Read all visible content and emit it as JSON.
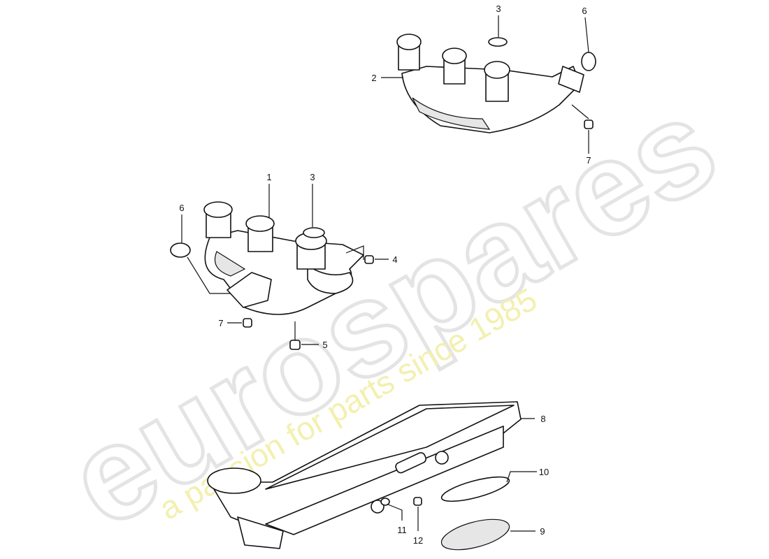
{
  "watermark": {
    "brand": "eurospares",
    "tagline": "a passion for parts since 1985",
    "brand_color": "#e4e4e4",
    "tagline_color": "#f3f0b0"
  },
  "callouts": {
    "c1": "1",
    "c2": "2",
    "c3a": "3",
    "c3b": "3",
    "c4": "4",
    "c5": "5",
    "c6a": "6",
    "c6b": "6",
    "c7a": "7",
    "c7b": "7",
    "c8": "8",
    "c9": "9",
    "c10": "10",
    "c11": "11",
    "c12": "12"
  }
}
